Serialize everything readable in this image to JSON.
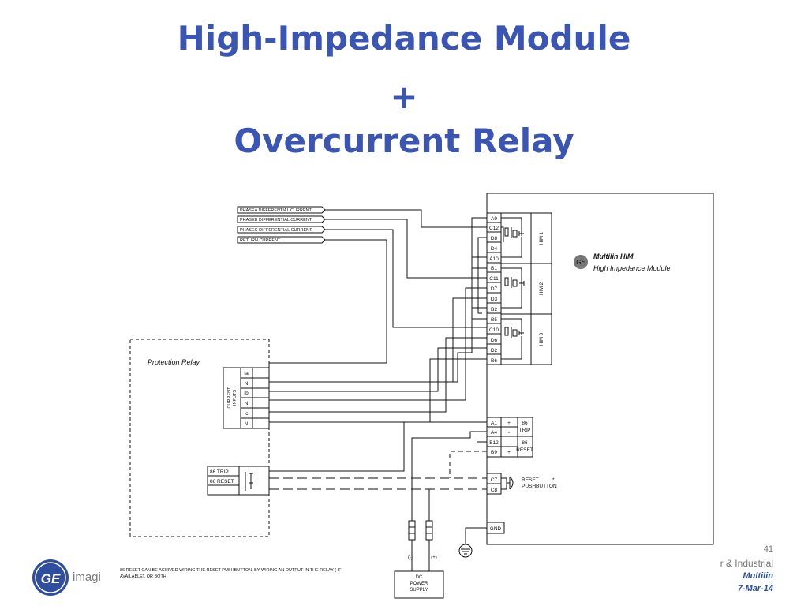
{
  "slide": {
    "title_line1": "High-Impedance Module",
    "title_line2": "+",
    "title_line3": "Overcurrent Relay"
  },
  "diagram": {
    "inputs": [
      "PHASEA DIFFERENTIAL CURRENT",
      "PHASEB DIFFERENTIAL CURRENT",
      "PHASEC DIFFERENTIAL CURRENT",
      "RETURN CURRENT"
    ],
    "him": {
      "brand": "Multilin HIM",
      "subtitle": "High Impedance Module",
      "terminals_group1": [
        "A9",
        "C12",
        "D8",
        "D4",
        "A10"
      ],
      "terminals_group2": [
        "B1",
        "C11",
        "D7",
        "D3",
        "B2"
      ],
      "terminals_group3": [
        "B5",
        "C10",
        "D6",
        "D2",
        "B6"
      ],
      "module_labels": [
        "HIM 1",
        "HIM 2",
        "HIM 3"
      ],
      "trip_terminals": [
        "A1",
        "A4"
      ],
      "trip_signs": [
        "+",
        "-"
      ],
      "trip_label_1": "86",
      "trip_label_2": "TRIP",
      "reset_terminals": [
        "B12",
        "B9"
      ],
      "reset_signs": [
        "-",
        "+"
      ],
      "reset_label_1": "86",
      "reset_label_2": "RESET",
      "pushbutton_terminals": [
        "C7",
        "C8"
      ],
      "pushbutton_label_1": "RESET",
      "pushbutton_label_2": "PUSHBUTTON",
      "pushbutton_mark": "*",
      "gnd_terminal": "GND"
    },
    "relay": {
      "title": "Protection Relay",
      "current_inputs_label_1": "CURRENT",
      "current_inputs_label_2": "INPUTS",
      "terminals": [
        "Ia",
        "N",
        "Ib",
        "N",
        "Ic",
        "N"
      ],
      "trip_contact": "86 TRIP",
      "reset_contact": "86 RESET"
    },
    "power": {
      "neg": "(-)",
      "pos": "(+)",
      "line1": "DC",
      "line2": "POWER",
      "line3": "SUPPLY"
    },
    "note_line1": "86 RESET CAN BE ACHIVED WIRING THE RESET PUSHBUTTON, BY WIRING AN OUTPUT IN THE RELAY ( IF",
    "note_line2": "AVAILABLE), OR BOTH"
  },
  "footer": {
    "page_number": "41",
    "tagline_partial": "imagi",
    "division_partial": "r & Industrial",
    "brand": "Multilin",
    "date": "7-Mar-14"
  },
  "colors": {
    "title": "#3a55b4",
    "ge_logo": "#2f4ea0",
    "line": "#111111"
  }
}
